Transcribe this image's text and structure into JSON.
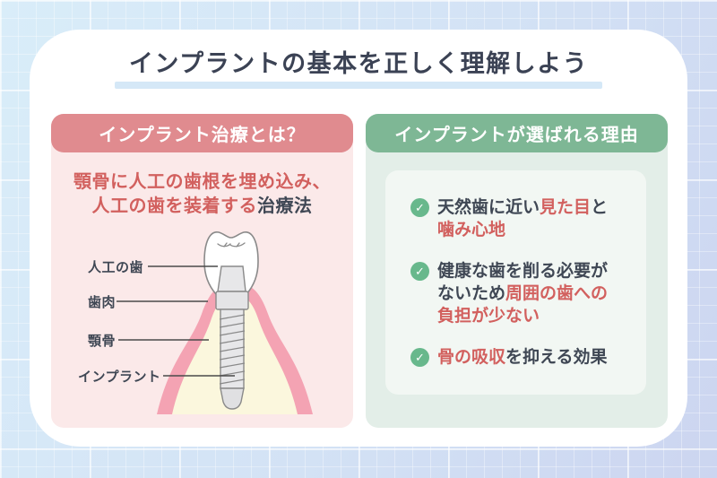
{
  "title": {
    "text": "インプラントの基本を正しく理解しよう"
  },
  "left_panel": {
    "header": "インプラント治療とは？",
    "desc_line1": "顎骨に人工の歯根を埋め込み、",
    "desc_line2_red": "人工の歯を装着する",
    "desc_line2_dark": "治療法",
    "diagram_labels": {
      "artificial_tooth": "人工の歯",
      "gum": "歯肉",
      "jawbone": "顎骨",
      "implant": "インプラント"
    }
  },
  "right_panel": {
    "header": "インプラントが選ばれる理由",
    "items": [
      {
        "segments": [
          {
            "text": "天然歯に近い",
            "color": "dark"
          },
          {
            "text": "見た目",
            "color": "red"
          },
          {
            "text": "と",
            "color": "dark"
          },
          {
            "text": "噛み心地",
            "color": "red"
          }
        ]
      },
      {
        "segments": [
          {
            "text": "健康な歯を削る必要がないため",
            "color": "dark"
          },
          {
            "text": "周囲の歯への負担が少ない",
            "color": "red"
          }
        ]
      },
      {
        "segments": [
          {
            "text": "骨の吸収",
            "color": "red"
          },
          {
            "text": "を抑える効果",
            "color": "dark"
          }
        ]
      }
    ],
    "check_icon": "✓"
  },
  "colors": {
    "background_blue": "#d9edf9",
    "background_lavender": "#ccd5f0",
    "card_white": "#ffffff",
    "title_text": "#3b4254",
    "title_underline": "#d5e8f7",
    "header_pink": "#e08b8f",
    "panel_pink_bg": "#fbe9e9",
    "header_green": "#7eb795",
    "panel_green_bg": "#e3eee8",
    "inner_card_green": "#f2f7f3",
    "accent_red": "#d2605e",
    "text_dark": "#3f4754",
    "check_green": "#68b88c",
    "gum_pink": "#f4a3b3",
    "bone_cream": "#fbf7dd"
  }
}
